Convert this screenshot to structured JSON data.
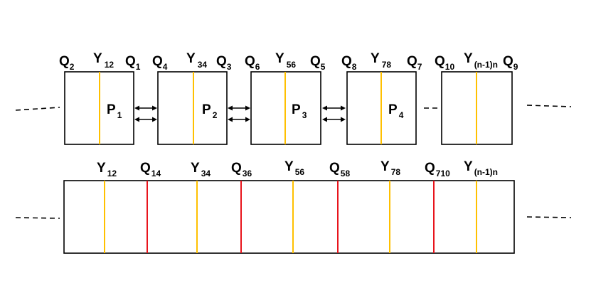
{
  "colors": {
    "y_line": "#ffc000",
    "q_line": "#e8141c",
    "outline": "#000000"
  },
  "top_row": {
    "boxes": [
      {
        "labels": [
          [
            "Q",
            "2"
          ],
          [
            "Y",
            "12"
          ],
          [
            "Q",
            "1"
          ]
        ],
        "processor": [
          "P",
          "1"
        ]
      },
      {
        "labels": [
          [
            "Q",
            "4"
          ],
          [
            "Y",
            "34"
          ],
          [
            "Q",
            "3"
          ]
        ],
        "processor": [
          "P",
          "2"
        ]
      },
      {
        "labels": [
          [
            "Q",
            "6"
          ],
          [
            "Y",
            "56"
          ],
          [
            "Q",
            "5"
          ]
        ],
        "processor": [
          "P",
          "3"
        ]
      },
      {
        "labels": [
          [
            "Q",
            "8"
          ],
          [
            "Y",
            "78"
          ],
          [
            "Q",
            "7"
          ]
        ],
        "processor": [
          "P",
          "4"
        ]
      },
      {
        "labels": [
          [
            "Q",
            "10"
          ],
          [
            "Y",
            "(n-1)n"
          ],
          [
            "Q",
            "9"
          ]
        ],
        "processor": null
      }
    ]
  },
  "bottom_row": {
    "labels": [
      [
        "Y",
        "12"
      ],
      [
        "Q",
        "14"
      ],
      [
        "Y",
        "34"
      ],
      [
        "Q",
        "36"
      ],
      [
        "Y",
        "56"
      ],
      [
        "Q",
        "58"
      ],
      [
        "Y",
        "78"
      ],
      [
        "Q",
        "710"
      ],
      [
        "Y",
        "(n-1)n"
      ]
    ]
  }
}
